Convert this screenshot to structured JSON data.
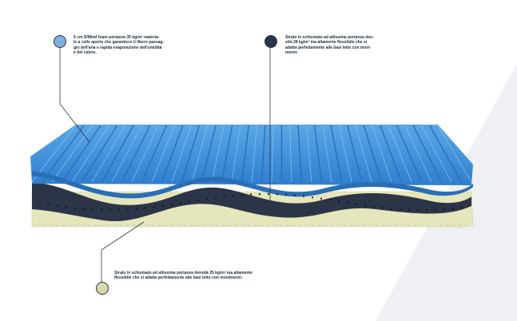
{
  "colors": {
    "top_layer": "#3d8fd6",
    "top_layer_dark": "#2a6fb5",
    "middle_layer": "#2c3447",
    "bottom_layer": "#e6e6bd",
    "leader_line": "#2c3447",
    "dot_top": "#7faee0",
    "dot_middle": "#2c3447",
    "dot_bottom": "#d9d9a8",
    "background_wedge": "#eef0f3"
  },
  "callouts": {
    "top": {
      "lines": [
        "6 cm D/Mind foam portanza 35 kg/m³ materia-",
        "le a celle aperte che garantisce il libero passag-",
        "gio dell'aria e rapida evaporazione dell'umidità",
        "e del calore."
      ]
    },
    "middle": {
      "lines": [
        "Strato in schiumato ad altissima portanza den-",
        "sità 28 kg/m³ ma altamente flessibile che si",
        "adatta perfettamente alle basi letto con movi-",
        "mento"
      ]
    },
    "bottom": {
      "lines": [
        "Strato in schiumato ad altissima portanza densità 25 kg/m³ ma altamente",
        "flessibile che si adatta perfettamente alle basi letto con movimento-"
      ]
    }
  }
}
